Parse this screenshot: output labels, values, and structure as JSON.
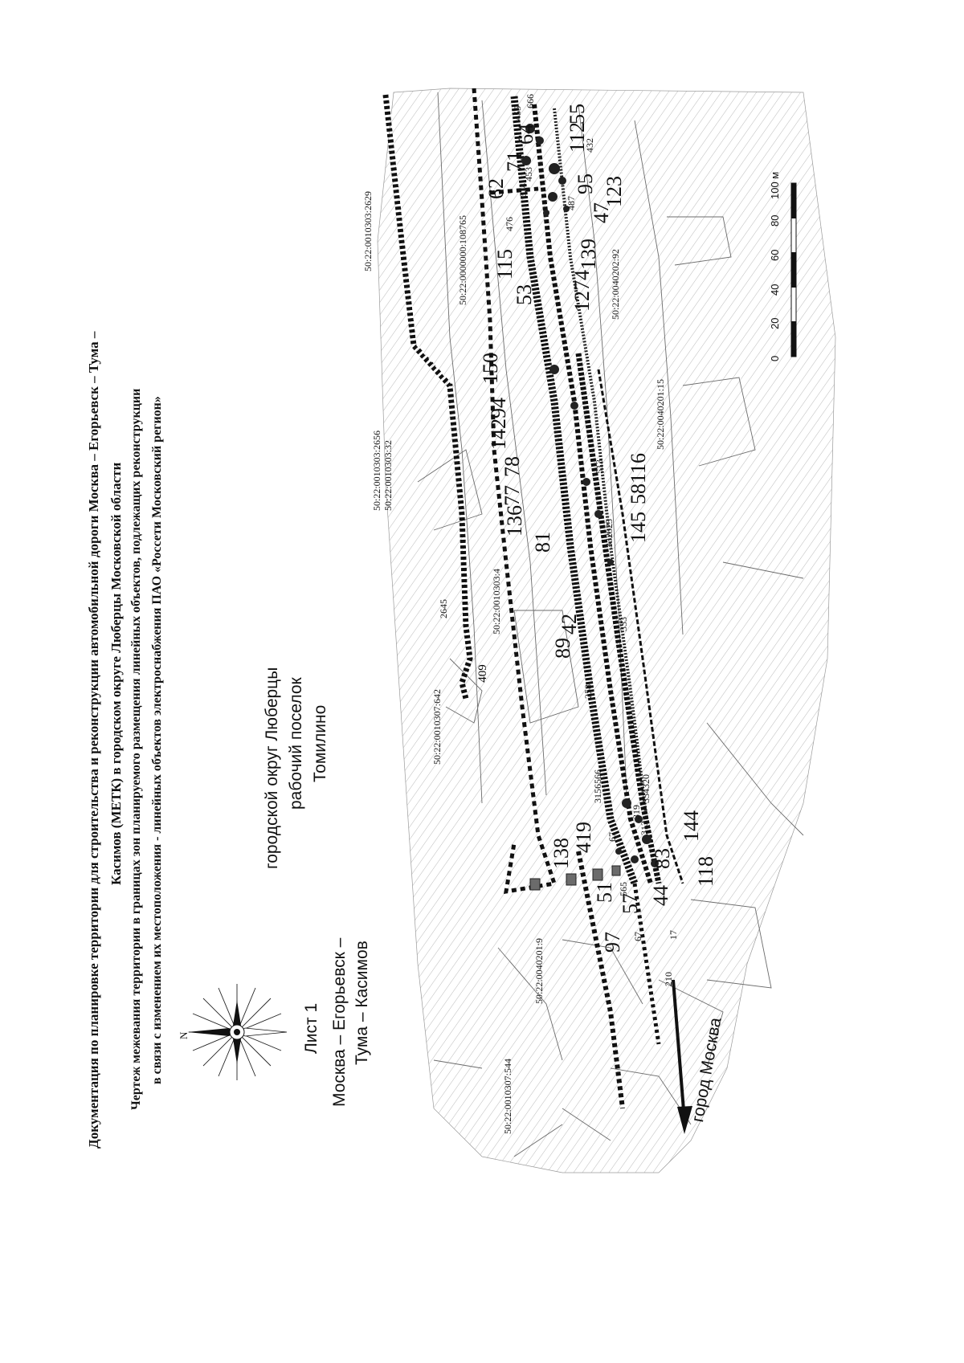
{
  "page_number": "409",
  "header": {
    "line1": "Документация по планировке территории для строительства и реконструкции автомобильной дороги Москва – Егорьевск – Тума –",
    "line2": "Касимов (МЕТК) в городском округе Люберцы Московской области",
    "line3": "Чертеж межевания территории в границах зон планируемого размещения линейных объектов, подлежащих реконструкции",
    "line4": "в связи с изменением их местоположения - линейных объектов электроснабжения ПАО «Россети Московский регион»"
  },
  "sheet_label": "Лист 1",
  "road_name": {
    "line1": "Москва – Егорьевск –",
    "line2": "Тума – Касимов"
  },
  "area_label": {
    "line1": "городской округ Люберцы",
    "line2": "рабочий поселок",
    "line3": "Томилино"
  },
  "direction_label": "город Москва",
  "compass": {
    "north_letter": "N"
  },
  "scale_bar": {
    "ticks": [
      "0",
      "20",
      "40",
      "60",
      "80",
      "100 м"
    ]
  },
  "cadastral_numbers": [
    "50:22:0010303:2629",
    "50:22:0000000:108765",
    "50:22:0010303:2656",
    "50:22:0010303:32",
    "50:22:0010303:4",
    "50:22:0010307:642",
    "50:22:0040201:9",
    "50:22:0010307:544",
    "50:22:0040202:92",
    "50:22:0040201:15",
    "2645"
  ],
  "point_labels_large": [
    "55",
    "112",
    "64",
    "71",
    "62",
    "95",
    "123",
    "47",
    "139",
    "115",
    "53",
    "1274",
    "150",
    "14294",
    "78",
    "77",
    "136",
    "81",
    "58116",
    "145",
    "89",
    "42",
    "138",
    "419",
    "51",
    "57",
    "97",
    "44",
    "83",
    "118",
    "144"
  ],
  "point_labels_small": [
    "666",
    "455",
    "432",
    "453",
    "624",
    "487",
    "476",
    "513",
    "332323",
    "333",
    "258",
    "3156566",
    "67",
    "319",
    "334320",
    "313",
    "565",
    "67",
    "17",
    "210"
  ],
  "colors": {
    "ink": "#111111",
    "hatch": "#9a9a9a",
    "parcel": "#6b6b6b"
  }
}
